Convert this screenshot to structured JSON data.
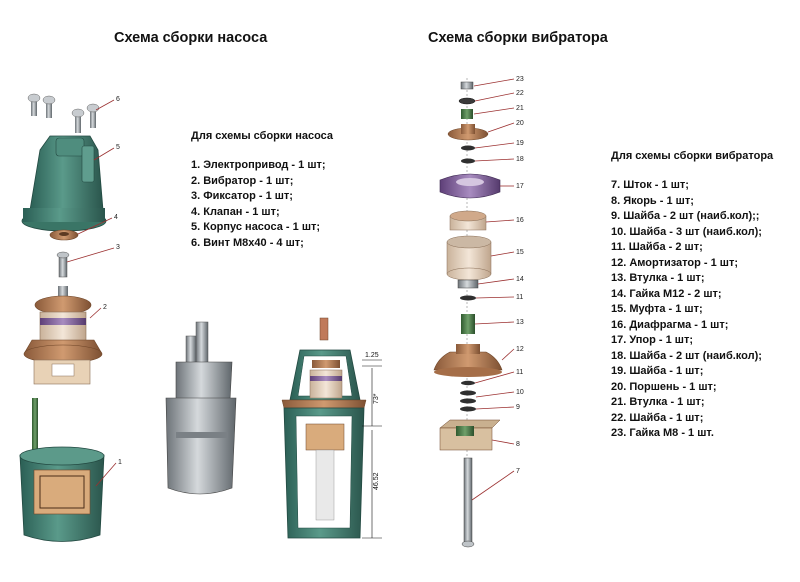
{
  "titles": {
    "pump": "Схема сборки насоса",
    "vibrator": "Схема сборки вибратора"
  },
  "pump_list": {
    "heading": "Для схемы сборки насоса",
    "items": [
      "1. Электропривод - 1 шт;",
      "2. Вибратор - 1 шт;",
      "3. Фиксатор - 1 шт;",
      "4. Клапан - 1 шт;",
      "5. Корпус насоса - 1 шт;",
      "6. Винт М8х40 - 4 шт;"
    ]
  },
  "vibrator_list": {
    "heading": "Для схемы сборки вибратора",
    "items": [
      "7. Шток - 1 шт;",
      "8. Якорь - 1 шт;",
      "9. Шайба - 2 шт (наиб.кол);;",
      "10. Шайба - 3 шт (наиб.кол);",
      "11. Шайба - 2 шт;",
      "12. Амортизатор - 1 шт;",
      "13. Втулка - 1 шт;",
      "14. Гайка М12 - 2 шт;",
      "15. Муфта - 1 шт;",
      "16. Диафрагма - 1 шт;",
      "17. Упор - 1 шт;",
      "18. Шайба - 2 шт (наиб.кол);",
      "19. Шайба - 1 шт;",
      "20. Поршень - 1 шт;",
      "21. Втулка - 1 шт;",
      "22. Шайба - 1 шт;",
      "23. Гайка М8 - 1 шт."
    ]
  },
  "pump_callouts": [
    "6",
    "5",
    "4",
    "3",
    "2",
    "1"
  ],
  "vibrator_callouts": [
    "23",
    "22",
    "21",
    "20",
    "19",
    "18",
    "17",
    "16",
    "15",
    "14",
    "11",
    "13",
    "12",
    "11",
    "10",
    "9",
    "8",
    "7"
  ],
  "dimensions": [
    "1.25",
    "73*",
    "46.52"
  ],
  "colors": {
    "pump_body": "#3f7d6f",
    "bronze": "#b07a52",
    "purple": "#8a6aa0",
    "cream": "#e9d9c8",
    "leader": "#9b3030",
    "steel": "#9aa0a6"
  }
}
